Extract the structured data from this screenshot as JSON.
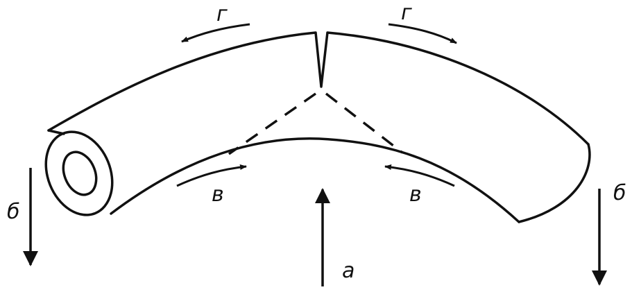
{
  "labels": {
    "a": "а",
    "b_left": "б",
    "b_right": "б",
    "v_left": "в",
    "v_right": "в",
    "g_left": "г",
    "g_right": "г"
  },
  "colors": {
    "stroke": "#111111",
    "background": "#ffffff"
  }
}
